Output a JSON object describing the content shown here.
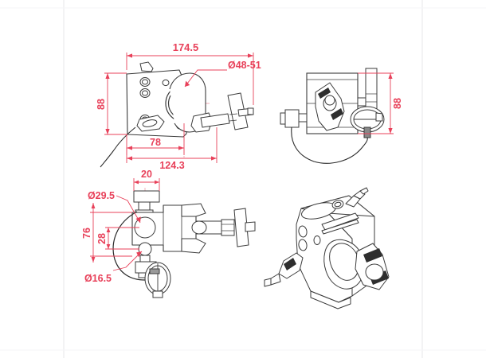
{
  "sheet": {
    "background_color": "#ffffff",
    "frame_color": "#f2f2f4",
    "line_color": "#3b3b3b",
    "dimension_color": "#e8415a",
    "centerline_color": "#f3a6b2",
    "fill_color": "#ffffff"
  },
  "views": {
    "front": {
      "name": "front-elevation-view",
      "dimensions": {
        "overall_width": "174.5",
        "bore_diameter": "Ø48-51",
        "height": "88",
        "inner_width": "78",
        "body_width": "124.3"
      }
    },
    "top": {
      "name": "top-plan-view",
      "dimensions": {
        "height": "88"
      }
    },
    "side": {
      "name": "side-section-view",
      "dimensions": {
        "knob_width": "20",
        "upper_bore": "Ø29.5",
        "overall_height": "76",
        "hole_spacing": "28",
        "lower_bore": "Ø16.5"
      }
    },
    "iso": {
      "name": "isometric-3d-view"
    }
  },
  "labels": {
    "d174_5": "174.5",
    "d48_51": "Ø48-51",
    "d88_left": "88",
    "d78": "78",
    "d124_3": "124.3",
    "d88_right": "88",
    "d20": "20",
    "d29_5": "Ø29.5",
    "d76": "76",
    "d28": "28",
    "d16_5": "Ø16.5"
  }
}
